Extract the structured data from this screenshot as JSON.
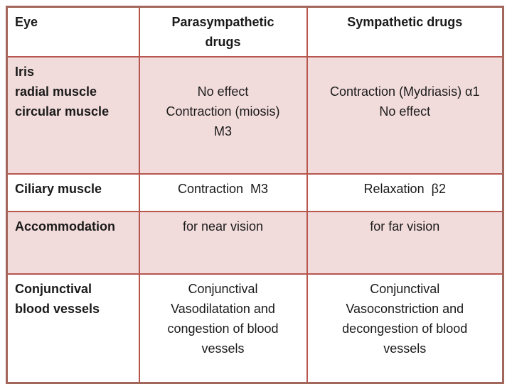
{
  "slide": {
    "background": "#ffffff"
  },
  "table": {
    "title_semantic": "effects-of-autonomic-drugs-on-the-eye",
    "colors": {
      "inner_border": "#b6564e",
      "outer_border": "#a3665b",
      "band_fill": "#f2dcdb",
      "plain_fill": "#ffffff",
      "text": "#1a1a1a"
    },
    "header": {
      "cells": [
        "Eye",
        "Parasympathetic\ndrugs",
        "Sympathetic drugs"
      ]
    },
    "rows": [
      {
        "banded": true,
        "cells": [
          "Iris\nradial muscle\ncircular muscle",
          "\nNo effect\nContraction (miosis)\nM3",
          "\nContraction (Mydriasis) α1\nNo effect"
        ]
      },
      {
        "banded": false,
        "cells": [
          "Ciliary muscle",
          "Contraction  M3",
          "Relaxation  β2"
        ]
      },
      {
        "banded": true,
        "cells": [
          "Accommodation",
          "for near vision",
          "for far vision"
        ]
      },
      {
        "banded": false,
        "cells": [
          "Conjunctival\nblood vessels",
          "Conjunctival\nVasodilatation and\ncongestion of blood\nvessels",
          "Conjunctival\nVasoconstriction and\ndecongestion of blood\nvessels"
        ]
      }
    ]
  }
}
